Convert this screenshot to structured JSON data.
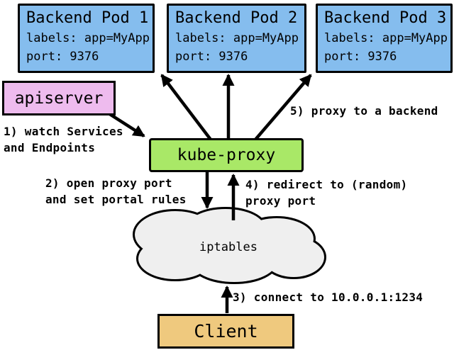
{
  "diagram": {
    "pods": [
      {
        "title": "Backend Pod 1",
        "labels_line": "labels: app=MyApp",
        "port_line": "port: 9376"
      },
      {
        "title": "Backend Pod 2",
        "labels_line": "labels: app=MyApp",
        "port_line": "port: 9376"
      },
      {
        "title": "Backend Pod 3",
        "labels_line": "labels: app=MyApp",
        "port_line": "port: 9376"
      }
    ],
    "apiserver_label": "apiserver",
    "kube_proxy_label": "kube-proxy",
    "iptables_label": "iptables",
    "client_label": "Client",
    "annotations": {
      "step1": "1) watch Services\nand Endpoints",
      "step2": "2) open proxy port\nand set portal rules",
      "step3": "3) connect to 10.0.0.1:1234",
      "step4": "4) redirect to (random)\nproxy port",
      "step5": "5) proxy to a backend"
    },
    "colors": {
      "pod_fill": "#85bdee",
      "apiserver_fill": "#eebbee",
      "kube_proxy_fill": "#a9e867",
      "client_fill": "#efc97e",
      "cloud_fill": "#efefef",
      "outline": "#000000",
      "background": "#ffffff"
    }
  }
}
